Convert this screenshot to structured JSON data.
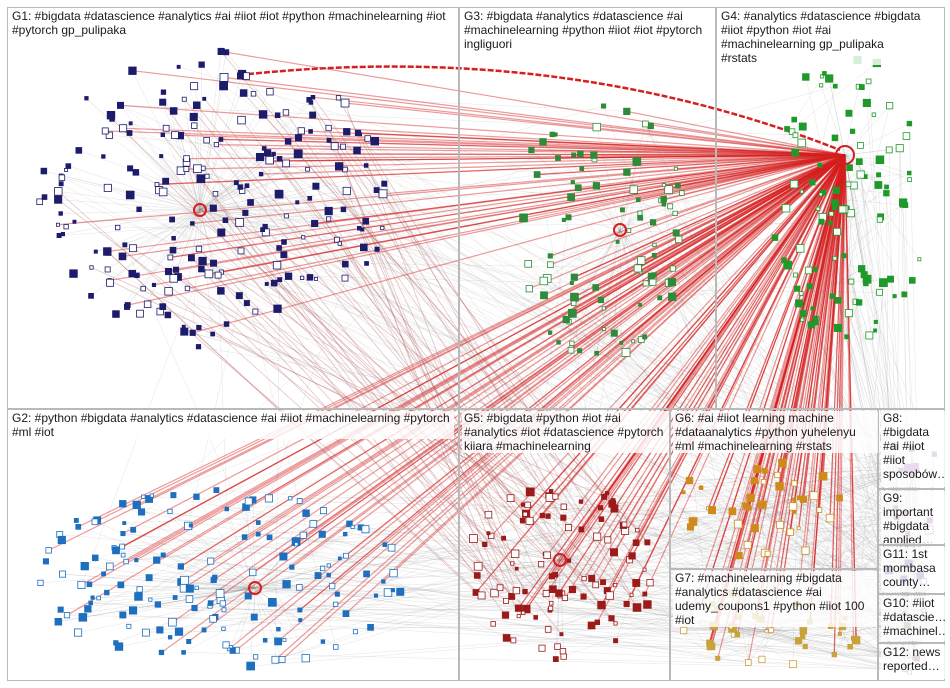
{
  "graph": {
    "groups": [
      {
        "id": "g1",
        "label": "G1: #bigdata #datascience #analytics #ai #iiot #iot #python #machinelearning #iot #pytorch gp_pulipaka",
        "color": "#1c1c6b"
      },
      {
        "id": "g3",
        "label": "G3: #bigdata #analytics #datascience #ai #machinelearning #python #iiot #iot #pytorch ingliguori",
        "color": "#2e8b3a"
      },
      {
        "id": "g4",
        "label": "G4: #analytics #datascience #bigdata #iiot #python #iot #ai #machinelearning gp_pulipaka #rstats",
        "color": "#1f9a2a"
      },
      {
        "id": "g2",
        "label": "G2: #python #bigdata #analytics #datascience #ai #iiot #machinelearning #pytorch #ml #iot",
        "color": "#1f6fbf"
      },
      {
        "id": "g5",
        "label": "G5: #bigdata #python #iot #ai #analytics #iot #datascience #pytorch kiiara #machinelearning",
        "color": "#9b1b1b"
      },
      {
        "id": "g6",
        "label": "G6: #ai #iiot learning machine #dataanalytics #python yuhelenyu #ml #machinelearning #rstats",
        "color": "#d08a1a"
      },
      {
        "id": "g7",
        "label": "G7: #machinelearning #bigdata #analytics #datascience #ai udemy_coupons1 #python #iiot 100 #iot",
        "color": "#c8a23a"
      },
      {
        "id": "g8",
        "label": "G8: #bigdata #ai #iiot #iiot sposobów…",
        "color": "#7a3a9a"
      },
      {
        "id": "g9",
        "label": "G9: important #bigdata applied…",
        "color": "#8a2a8a"
      },
      {
        "id": "g11",
        "label": "G11: 1st mombasa county…",
        "color": "#2a2a8a"
      },
      {
        "id": "g10",
        "label": "G10: #iiot #datascie… #machinel…",
        "color": "#4a6a2a"
      },
      {
        "id": "g12",
        "label": "G12: news reported…",
        "color": "#6a2a6a"
      }
    ],
    "edge_colors": {
      "normal": "#8a8a8a",
      "hub": "#d42020",
      "bridge": "#b25a5a"
    }
  }
}
